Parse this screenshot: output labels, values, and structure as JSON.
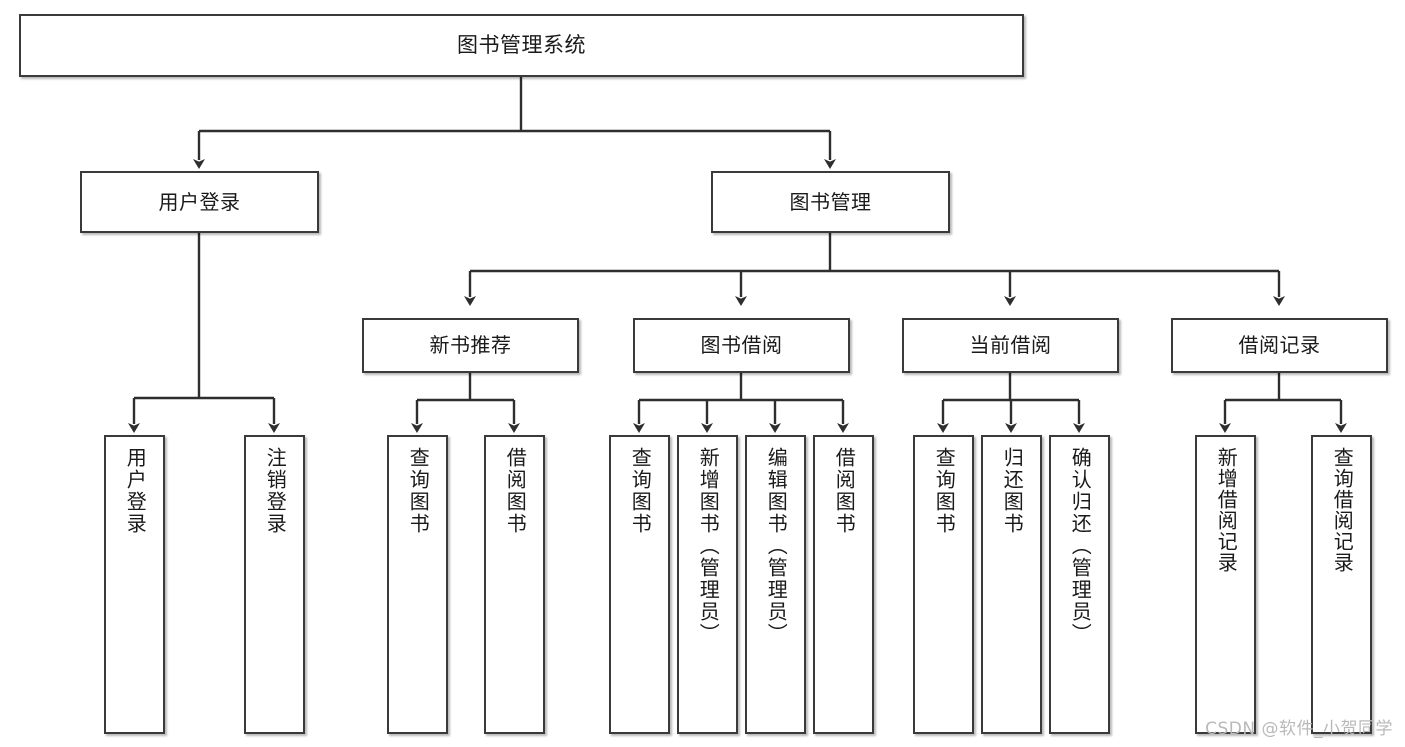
{
  "diagram": {
    "type": "tree",
    "title": "图书管理系统",
    "root": {
      "label": "图书管理系统"
    },
    "level2": [
      {
        "label": "用户登录"
      },
      {
        "label": "图书管理"
      }
    ],
    "level3": [
      {
        "label": "新书推荐"
      },
      {
        "label": "图书借阅"
      },
      {
        "label": "当前借阅"
      },
      {
        "label": "借阅记录"
      }
    ],
    "leaves": {
      "user_login": [
        {
          "label": "用户登录"
        },
        {
          "label": "注销登录"
        }
      ],
      "new_book_recommend": [
        {
          "label": "查询图书"
        },
        {
          "label": "借阅图书"
        }
      ],
      "book_borrow": [
        {
          "label": "查询图书"
        },
        {
          "label": "新增图书（管理员）"
        },
        {
          "label": "编辑图书（管理员）"
        },
        {
          "label": "借阅图书"
        }
      ],
      "current_borrow": [
        {
          "label": "查询图书"
        },
        {
          "label": "归还图书"
        },
        {
          "label": "确认归还（管理员）"
        }
      ],
      "borrow_record": [
        {
          "label": "新增借阅记录"
        },
        {
          "label": "查询借阅记录"
        }
      ]
    }
  },
  "watermark": {
    "text": "CSDN @软件_小贺同学"
  },
  "colors": {
    "border": "#3a3a3a",
    "text": "#1a1a1a",
    "background": "#ffffff",
    "watermark": "#b9b9b9"
  }
}
